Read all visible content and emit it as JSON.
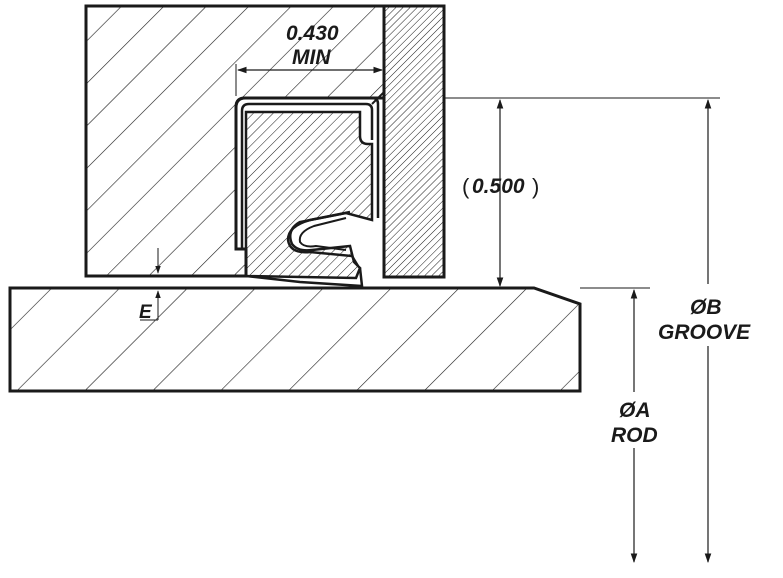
{
  "labels": {
    "min_width_value": "0.430",
    "min_width_qualifier": "MIN",
    "height_value": "0.500",
    "gap_label": "E",
    "groove_diameter": "ØB",
    "groove_word": "GROOVE",
    "rod_diameter": "ØA",
    "rod_word": "ROD"
  },
  "colors": {
    "line": "#1a1a1a",
    "background": "#ffffff"
  }
}
